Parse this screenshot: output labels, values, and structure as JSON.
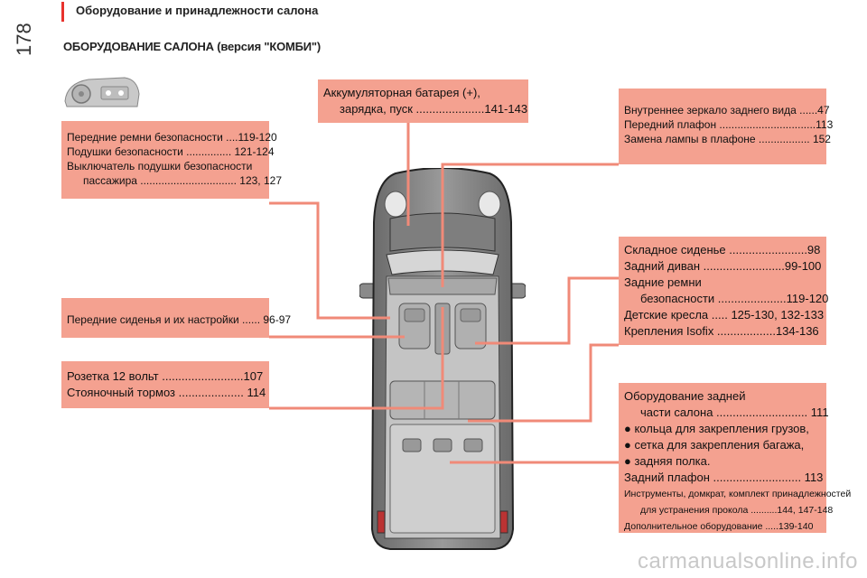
{
  "header": {
    "page_number": "178",
    "section_title": "Оборудование и принадлежности салона",
    "subtitle": "ОБОРУДОВАНИЕ САЛОНА (версия \"КОМБИ\")"
  },
  "boxes": {
    "seatbelts": {
      "l1": "Передние ремни безопасности ....119-120",
      "l2": "Подушки безопасности ............... 121-124",
      "l3": "Выключатель подушки безопасности",
      "l4": "пассажира ................................ 123, 127"
    },
    "front_seats": {
      "l1": "Передние сиденья и их настройки ...... 96-97"
    },
    "socket": {
      "l1": "Розетка 12 вольт .........................107",
      "l2": "Стояночный тормоз .................... 114"
    },
    "battery": {
      "l1": "Аккумуляторная батарея (+),",
      "l2": "зарядка, пуск .....................141-143"
    },
    "mirror": {
      "l1": "Внутреннее зеркало заднего вида ......47",
      "l2": "Передний плафон ................................113",
      "l3": "Замена лампы в плафоне ................. 152"
    },
    "rear_seats": {
      "l1": "Складное сиденье ........................98",
      "l2": "Задний диван .........................99-100",
      "l3": "Задние ремни",
      "l4": "безопасности .....................119-120",
      "l5": "Детские кресла ..... 125-130, 132-133",
      "l6": "Крепления Isofix ..................134-136"
    },
    "rear_equipment": {
      "l1": "Оборудование задней",
      "l2": "части салона ............................ 111",
      "l3": "● кольца для закрепления грузов,",
      "l4": "● сетка для закрепления багажа,",
      "l5": "● задняя полка.",
      "l6": "Задний плафон ........................... 113",
      "l7": "Инструменты, домкрат, комплект принадлежностей",
      "l8": "для устранения прокола ..........144, 147-148",
      "l9": "Дополнительное оборудование .....139-140"
    }
  },
  "watermark": "carmanualsonline.info",
  "colors": {
    "accent": "#e8322d",
    "box": "#f4a190",
    "line": "#f08a78"
  }
}
